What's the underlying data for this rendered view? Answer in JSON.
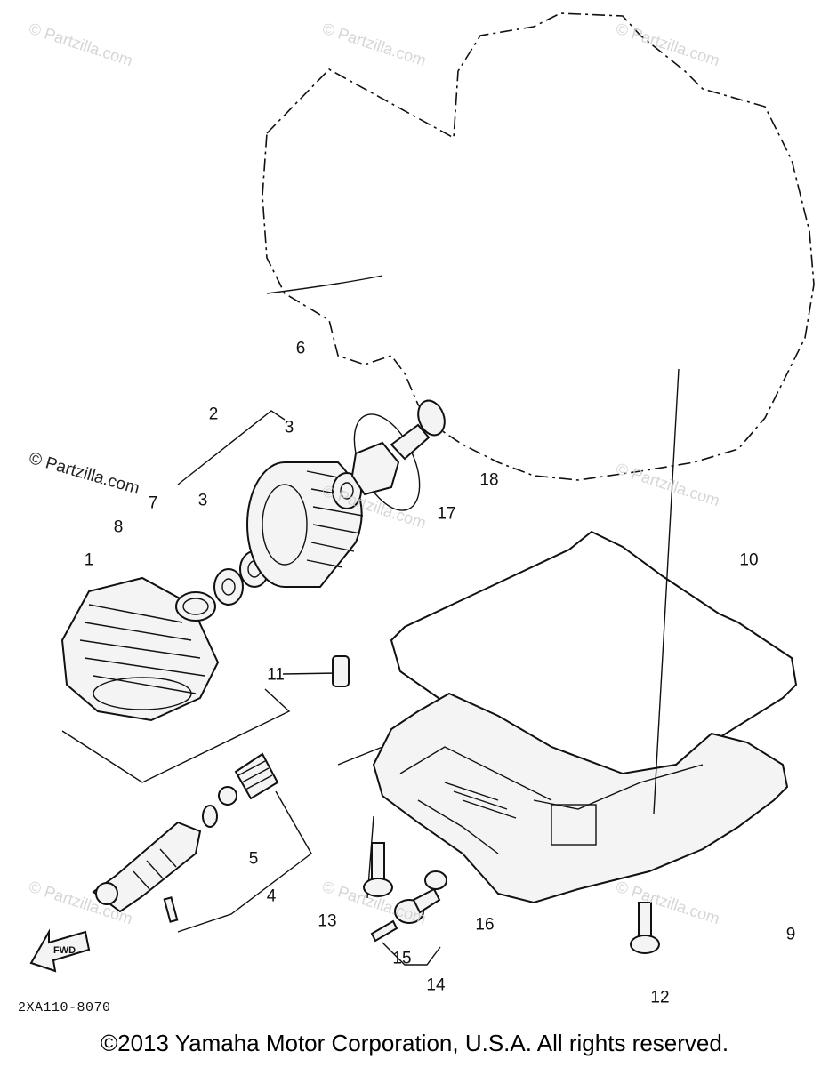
{
  "watermark_text": "© Partzilla.com",
  "callouts": [
    "1",
    "2",
    "3",
    "3",
    "4",
    "5",
    "6",
    "7",
    "8",
    "9",
    "10",
    "11",
    "12",
    "13",
    "14",
    "15",
    "16",
    "17",
    "18"
  ],
  "forward_marker": "FWD",
  "diagram_code": "2XA110-8070",
  "copyright": "©2013  Yamaha Motor Corporation, U.S.A. All rights reserved."
}
